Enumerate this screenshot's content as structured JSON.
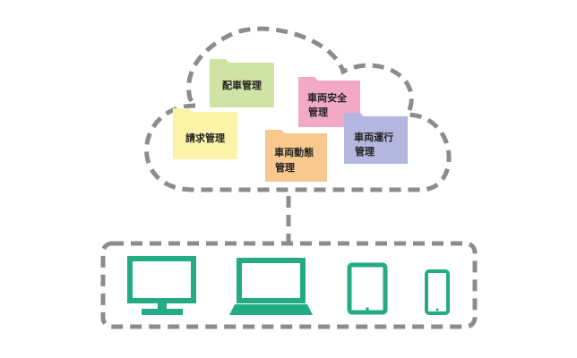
{
  "cloud": {
    "folders": [
      {
        "id": "dispatch",
        "lines": [
          "配車管理"
        ],
        "color": "#cfe3a4"
      },
      {
        "id": "vehicle-safety",
        "lines": [
          "車両安全",
          "管理"
        ],
        "color": "#f2a9c6"
      },
      {
        "id": "billing",
        "lines": [
          "請求管理"
        ],
        "color": "#fbf3a8"
      },
      {
        "id": "vehicle-status",
        "lines": [
          "車両動態",
          "管理"
        ],
        "color": "#f9c88f"
      },
      {
        "id": "vehicle-operation",
        "lines": [
          "車両運行",
          "管理"
        ],
        "color": "#b3b6de"
      }
    ]
  },
  "devices": [
    {
      "id": "desktop-monitor",
      "icon": "desktop-monitor-icon"
    },
    {
      "id": "laptop",
      "icon": "laptop-icon"
    },
    {
      "id": "tablet",
      "icon": "tablet-icon"
    },
    {
      "id": "smartphone",
      "icon": "smartphone-icon"
    }
  ],
  "colors": {
    "outline": "#8c8c8c",
    "device": "#23ac84"
  }
}
